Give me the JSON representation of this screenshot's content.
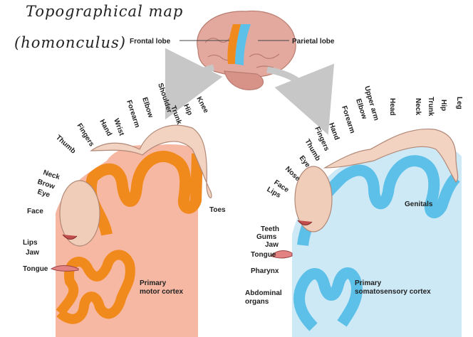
{
  "handwritten": {
    "line1": "Topographical map",
    "line2": "(homonculus)"
  },
  "brain": {
    "frontal_label": "Frontal lobe",
    "parietal_label": "Parietal lobe"
  },
  "motor": {
    "arc_labels": [
      "Toes",
      "Knee",
      "Hip",
      "Trunk",
      "Shoulder",
      "Elbow",
      "Forearm",
      "Wrist",
      "Hand",
      "Fingers",
      "Thumb"
    ],
    "left_labels": [
      "Neck",
      "Brow",
      "Eye",
      "Face",
      "Lips",
      "Jaw",
      "Tongue"
    ],
    "title_line1": "Primary",
    "title_line2": "motor cortex"
  },
  "sensory": {
    "arc_labels": [
      "Upper arm",
      "Elbow",
      "Forearm",
      "Hand",
      "Fingers",
      "Thumb",
      "Eye",
      "Nose",
      "Face",
      "Lips",
      "Head",
      "Neck",
      "Trunk",
      "Hip",
      "Leg"
    ],
    "left_labels": [
      "Teeth",
      "Gums",
      "Jaw",
      "Tongue",
      "Pharynx",
      "Abdominal",
      "organs"
    ],
    "genitals": "Genitals",
    "title_line1": "Primary",
    "title_line2": "somatosensory cortex"
  },
  "colors": {
    "motor_accent": "#f18a1c",
    "motor_fill": "#f7b8a3",
    "sensory_accent": "#5cc0e8",
    "sensory_fill": "#cde9f6"
  }
}
